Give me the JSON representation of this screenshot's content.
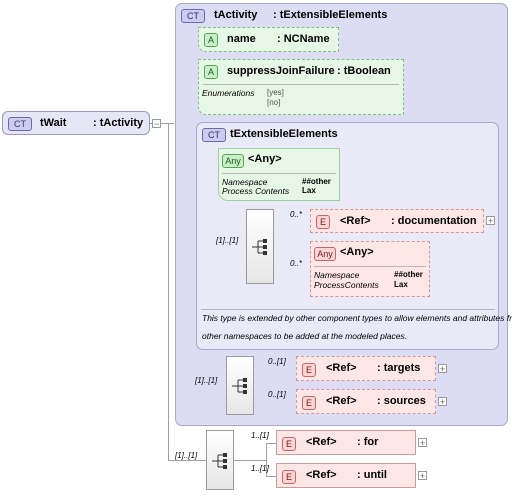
{
  "root": {
    "badge": "CT",
    "name": "tWait",
    "type": ": tActivity"
  },
  "activity": {
    "badge": "CT",
    "title": "tActivity",
    "type": ": tExtensibleElements"
  },
  "attr_name": {
    "badge": "A",
    "name": "name",
    "type": ": NCName"
  },
  "attr_suppress": {
    "badge": "A",
    "name": "suppressJoinFailure",
    "type": ": tBoolean",
    "enum_label": "Enumerations",
    "enum_values": [
      "[yes]",
      "[no]"
    ]
  },
  "ext": {
    "badge": "CT",
    "title": "tExtensibleElements",
    "any_attr": {
      "badge": "Any",
      "title": "<Any>",
      "ns_label": "Namespace",
      "ns_value": "##other",
      "pc_label": "Process Contents",
      "pc_value": "Lax"
    },
    "seq_mult": "[1]..[1]",
    "doc": {
      "mult": "0..*",
      "badge": "E",
      "ref": "<Ref>",
      "name": ": documentation"
    },
    "any_el": {
      "mult": "0..*",
      "badge": "Any",
      "title": "<Any>",
      "ns_label": "Namespace",
      "ns_value": "##other",
      "pc_label": "ProcessContents",
      "pc_value": "Lax"
    },
    "note_lines": [
      "This type is extended by other component types to allow elements and attributes from",
      "other namespaces to be added at the modeled places."
    ]
  },
  "activity_seq": {
    "mult": "[1]..[1]",
    "targets": {
      "mult": "0..[1]",
      "badge": "E",
      "ref": "<Ref>",
      "name": ": targets"
    },
    "sources": {
      "mult": "0..[1]",
      "badge": "E",
      "ref": "<Ref>",
      "name": ": sources"
    }
  },
  "root_seq": {
    "mult": "[1]..[1]",
    "for": {
      "mult": "1..[1]",
      "badge": "E",
      "ref": "<Ref>",
      "name": ": for"
    },
    "until": {
      "mult": "1..[1]",
      "badge": "E",
      "ref": "<Ref>",
      "name": ": until"
    }
  }
}
